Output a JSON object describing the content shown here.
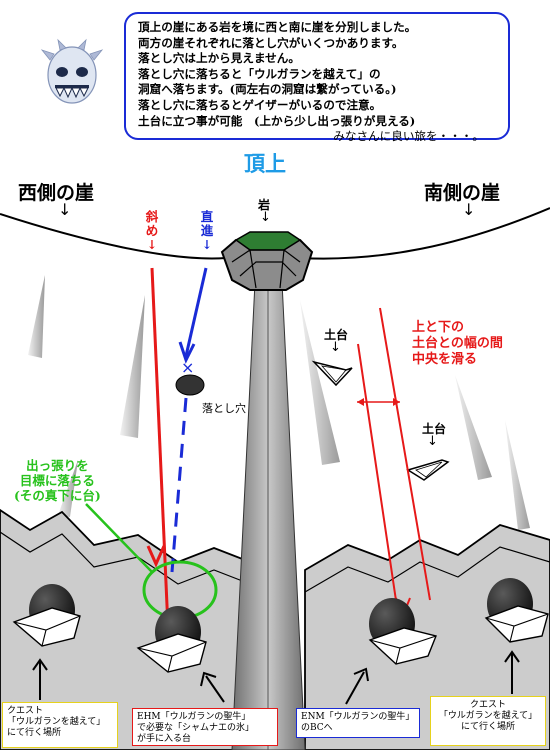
{
  "note": {
    "lines": [
      "頂上の崖にある岩を境に西と南に崖を分別しました。",
      "両方の崖それぞれに落とし穴がいくつかあります。",
      "落とし穴は上から見えません。",
      "落とし穴に落ちると「ウルガランを越えて」の",
      "洞窟へ落ちます。(両左右の洞窟は繋がっている。)",
      "落とし穴に落ちるとゲイザーがいるので注意。",
      "土台に立つ事が可能　(上から少し出っ張りが見える)"
    ],
    "signature": "みなさんに良い旅を・・・。"
  },
  "title": "頂上",
  "west_cliff": "西側の崖",
  "south_cliff": "南側の崖",
  "down_arrow": "↓",
  "rock": "岩",
  "diagonal": "斜め↓",
  "straight": "直進↓",
  "pitfall": "落とし穴",
  "pitfall_mark": "×",
  "platform": "土台",
  "slide_note": [
    "上と下の",
    "土台との幅の間",
    "中央を滑る"
  ],
  "ledge_note": [
    "出っ張りを",
    "目標に落ちる",
    "(その真下に台)"
  ],
  "boxes": {
    "left_quest": [
      "クエスト",
      "「ウルガランを越えて」",
      "にて行く場所"
    ],
    "ehm": [
      "EHM「ウルガランの聖牛」",
      "で必要な「シャムナエの氷」",
      "が手に入る台"
    ],
    "enm": [
      "ENM「ウルガランの聖牛」",
      "のBCへ"
    ],
    "right_quest": [
      "クエスト",
      "「ウルガランを越えて」",
      "にて行く場所"
    ]
  },
  "colors": {
    "title": "#1e9be6",
    "red": "#e61919",
    "blue": "#1a2bd6",
    "green": "#27c21c",
    "rock_top": "#2e7d32",
    "ground": "#cccccc"
  }
}
